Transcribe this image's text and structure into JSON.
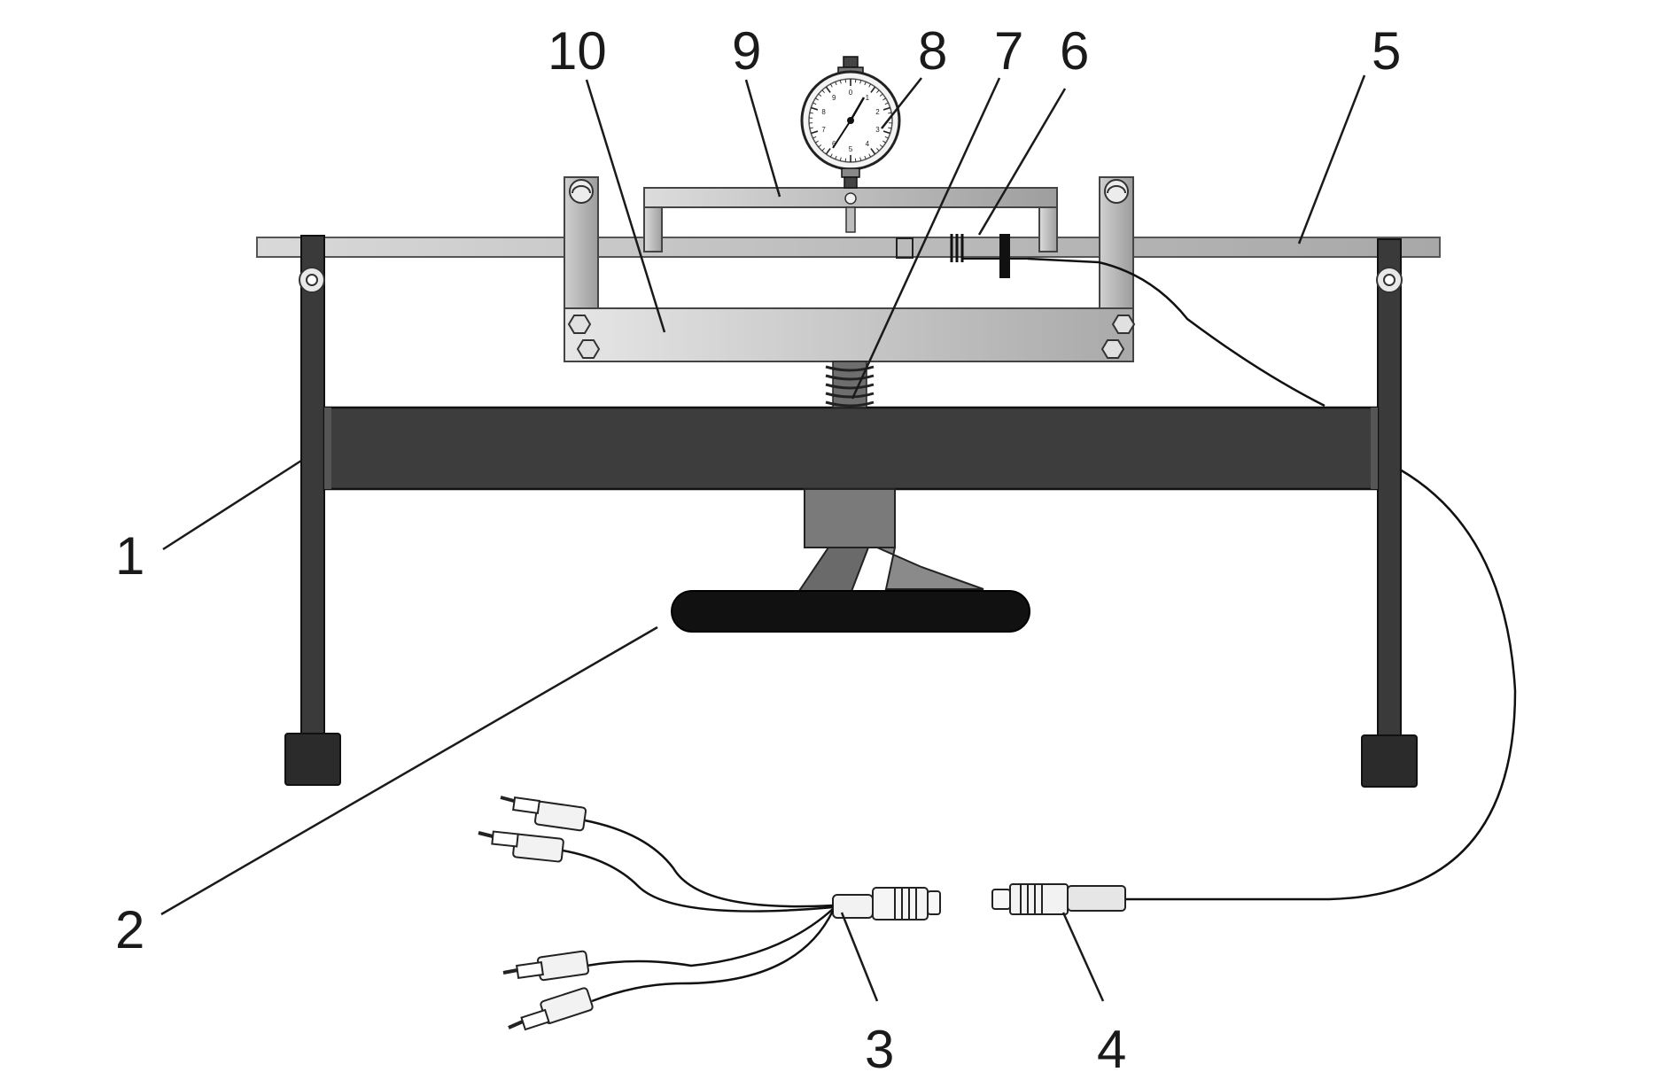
{
  "callouts": [
    {
      "id": "1",
      "label": "1"
    },
    {
      "id": "2",
      "label": "2"
    },
    {
      "id": "3",
      "label": "3"
    },
    {
      "id": "4",
      "label": "4"
    },
    {
      "id": "5",
      "label": "5"
    },
    {
      "id": "6",
      "label": "6"
    },
    {
      "id": "7",
      "label": "7"
    },
    {
      "id": "8",
      "label": "8"
    },
    {
      "id": "9",
      "label": "9"
    },
    {
      "id": "10",
      "label": "10"
    }
  ],
  "dial_gauge": {
    "scale_marks": [
      "0",
      "1",
      "2",
      "3",
      "4",
      "5",
      "6",
      "7",
      "8",
      "9"
    ]
  },
  "colors": {
    "main_beam": "#3d3d3d",
    "legs": "#3a3a3a",
    "feet": "#2b2b2b",
    "top_rail": "#bdbdbd",
    "frame_gray": "#c8c8c8",
    "foot_pad": "#111111",
    "spindle": "#6e6e6e",
    "outline": "#1a1a1a"
  }
}
